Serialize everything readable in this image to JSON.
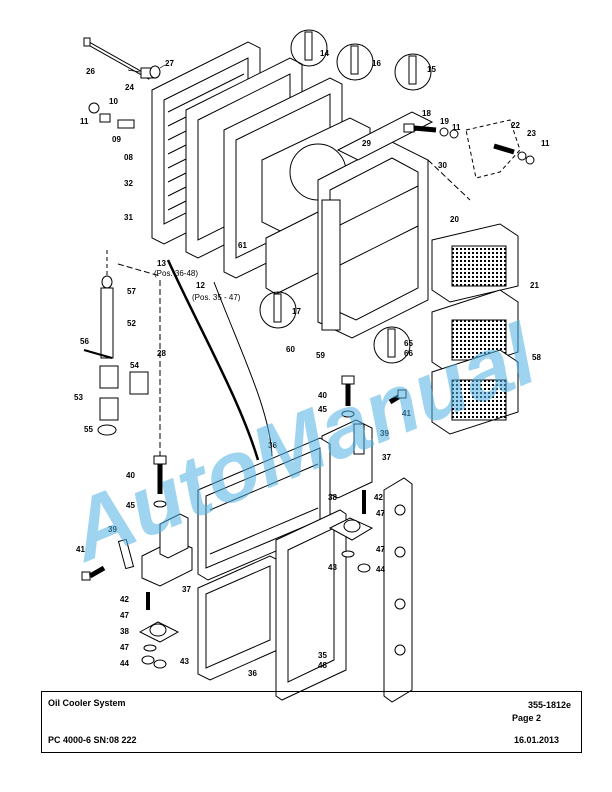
{
  "watermark": "AutoManual",
  "titleblock": {
    "title": "Oil Cooler System",
    "doc_number": "355-1812e",
    "page": "Page 2",
    "machine": "PC 4000-6 SN:08 222",
    "date": "16.01.2013"
  },
  "callouts": {
    "c26": "26",
    "c24": "24",
    "c27": "27",
    "c14": "14",
    "c16": "16",
    "c15": "15",
    "c10": "10",
    "c11a": "11",
    "c09": "09",
    "c08": "08",
    "c32": "32",
    "c31": "31",
    "c18": "18",
    "c19": "19",
    "c11b": "11",
    "c22": "22",
    "c23": "23",
    "c11c": "11",
    "c29": "29",
    "c30": "30",
    "c61": "61",
    "c20": "20",
    "c21": "21",
    "c13": "13",
    "c12": "12",
    "c57": "57",
    "c52": "52",
    "c28": "28",
    "c17": "17",
    "c60": "60",
    "c59": "59",
    "c65": "65",
    "c66": "66",
    "c58": "58",
    "c56": "56",
    "c54": "54",
    "c53": "53",
    "c55": "55",
    "c40a": "40",
    "c45a": "45",
    "c41a": "41",
    "c39a": "39",
    "c37a": "37",
    "c36a": "36",
    "c40b": "40",
    "c45b": "45",
    "c42a": "42",
    "c38a": "38",
    "c47a": "47",
    "c47b": "47",
    "c43a": "43",
    "c44a": "44",
    "c39b": "39",
    "c41b": "41",
    "c37b": "37",
    "c42b": "42",
    "c47c": "47",
    "c38b": "38",
    "c47d": "47",
    "c44b": "44",
    "c43b": "43",
    "c35": "35",
    "c48": "48",
    "c36b": "36"
  },
  "positions": {
    "p13": "(Pos. 36-48)",
    "p12": "(Pos.  35 - 47)"
  }
}
